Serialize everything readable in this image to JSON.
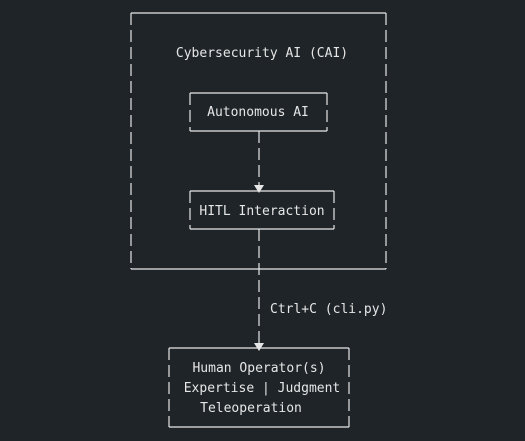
{
  "diagram": {
    "outer_box": {
      "title": "Cybersecurity AI (CAI)"
    },
    "nodes": {
      "autonomous_ai": {
        "label": "Autonomous AI"
      },
      "hitl": {
        "label": "HITL Interaction"
      },
      "human_operator": {
        "lines": [
          "Human Operator(s)",
          "Expertise | Judgment",
          "Teleoperation"
        ]
      }
    },
    "edges": {
      "ai_to_hitl": {
        "label": ""
      },
      "hitl_to_human": {
        "label": "Ctrl+C (cli.py)"
      }
    },
    "colors": {
      "background": "#1f2428",
      "foreground": "#e6e6e6"
    }
  }
}
